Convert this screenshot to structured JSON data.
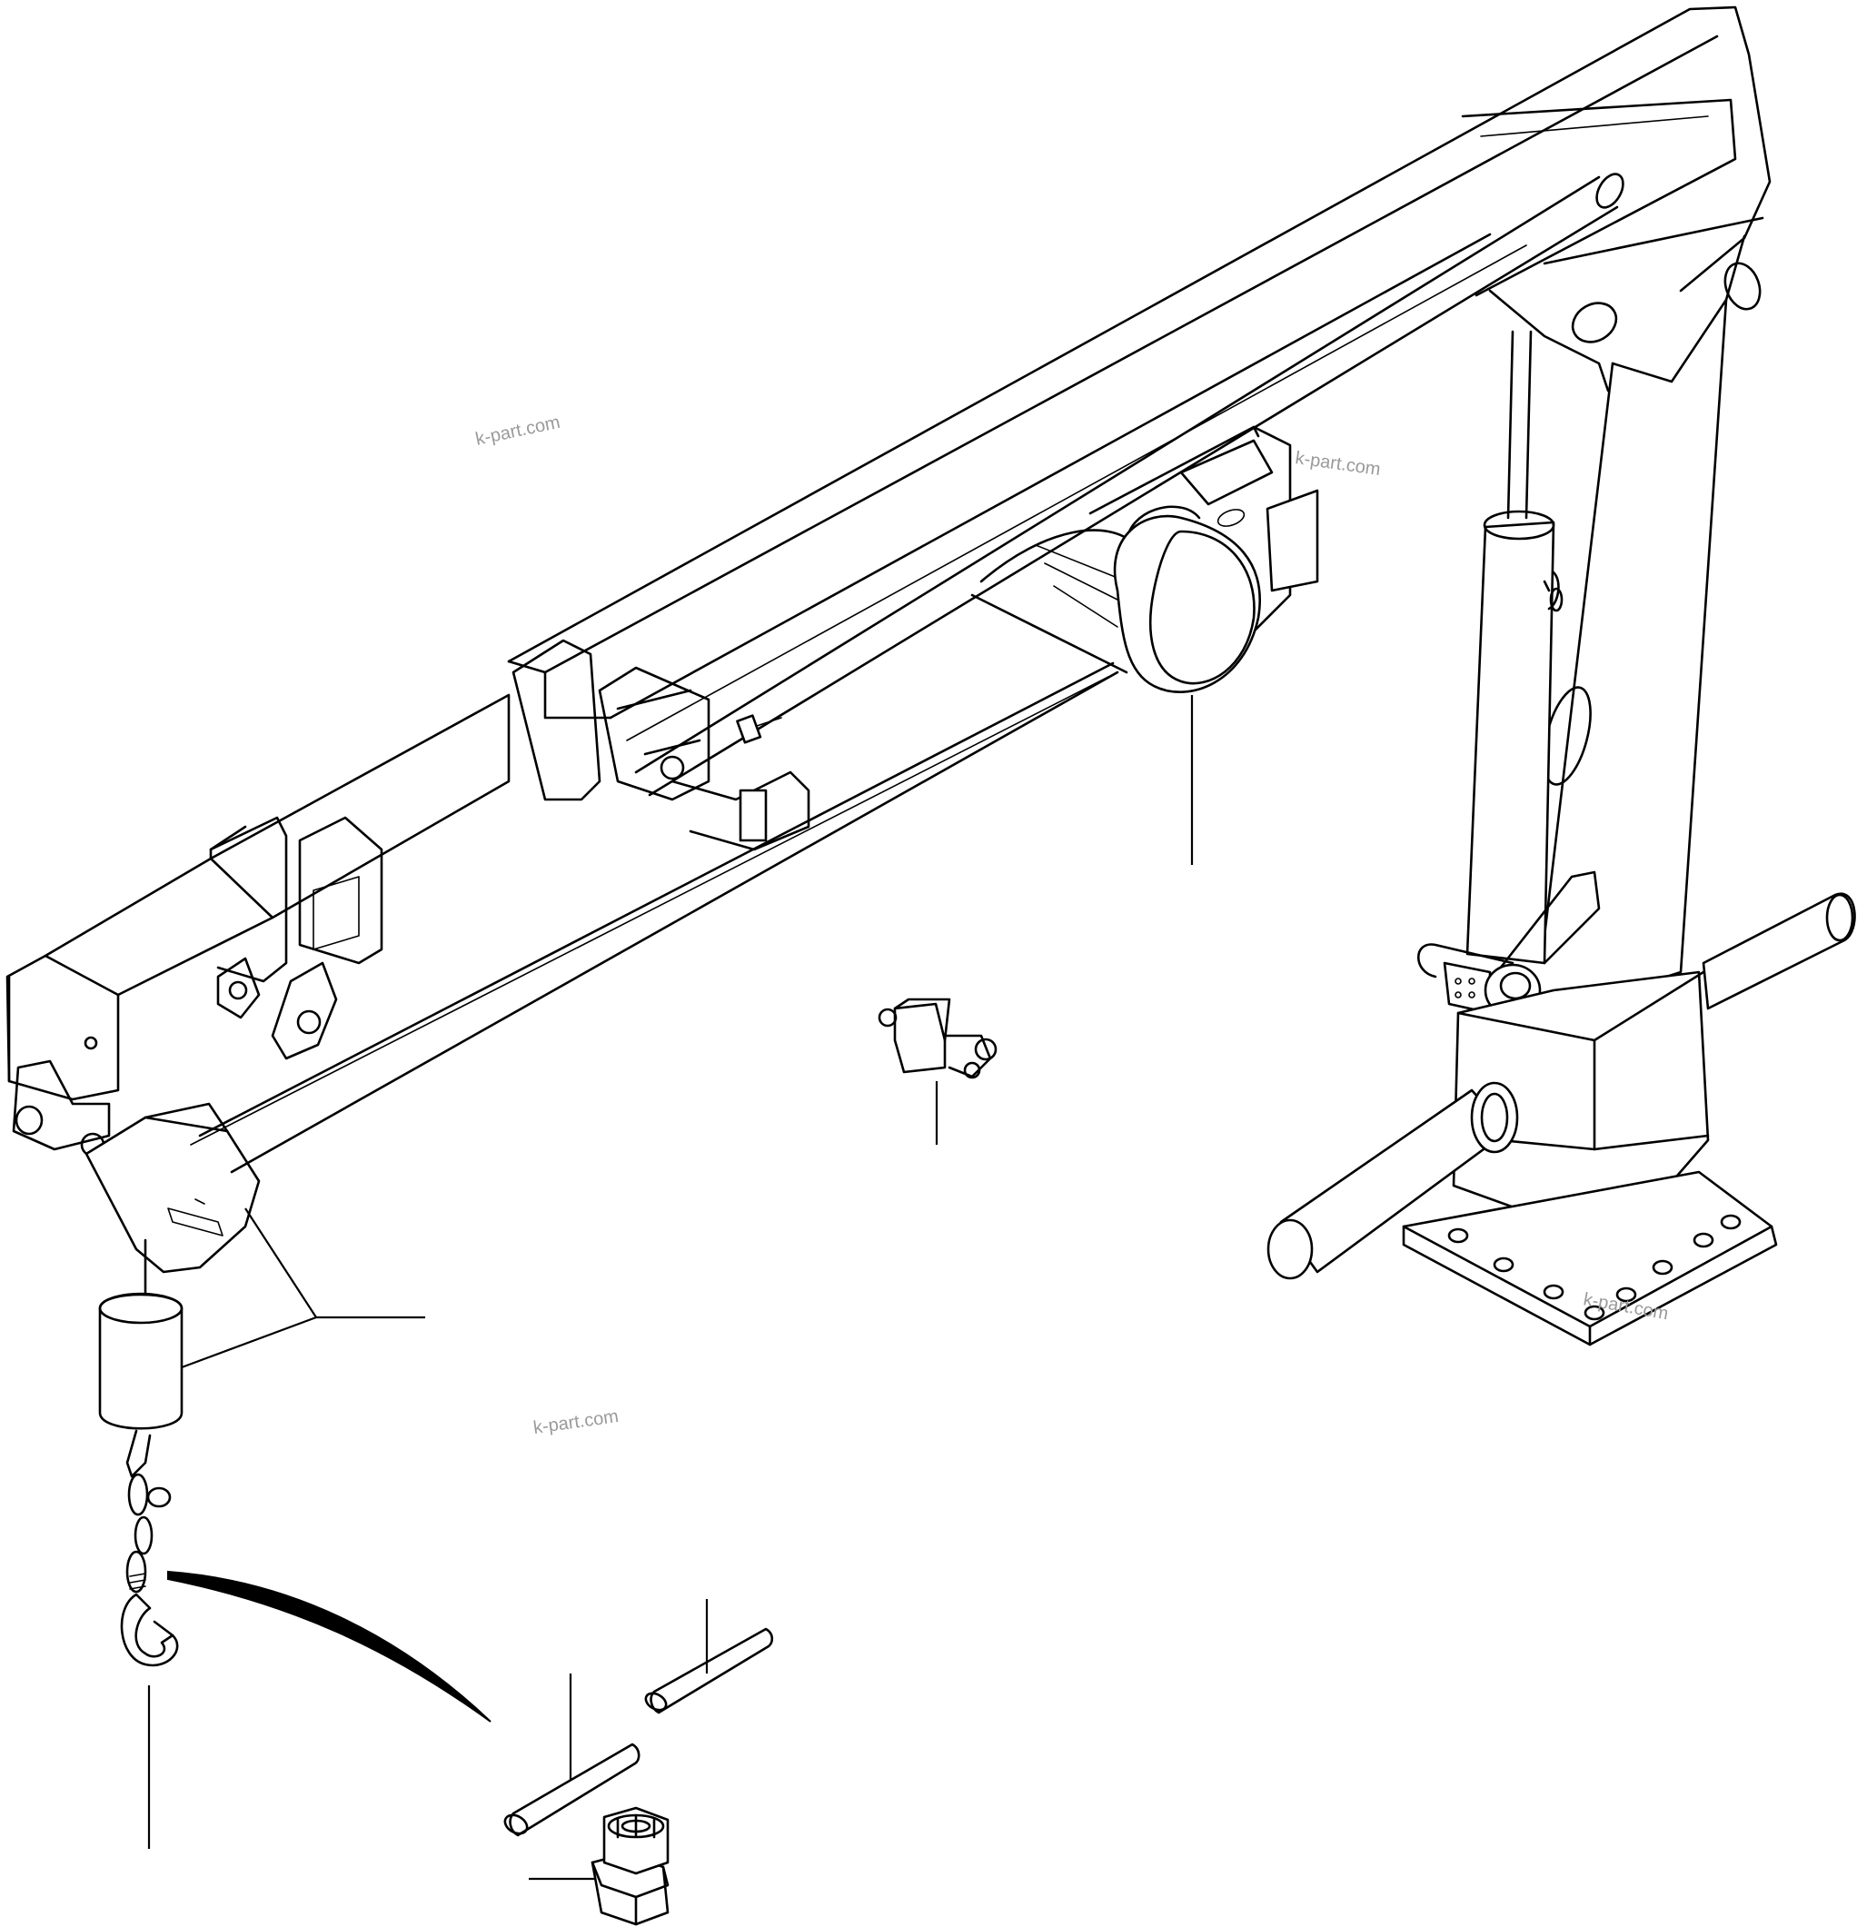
{
  "diagram": {
    "watermarks": [
      "k-part.com",
      "k-part.com",
      "k-part.com",
      "k-part.com"
    ]
  }
}
